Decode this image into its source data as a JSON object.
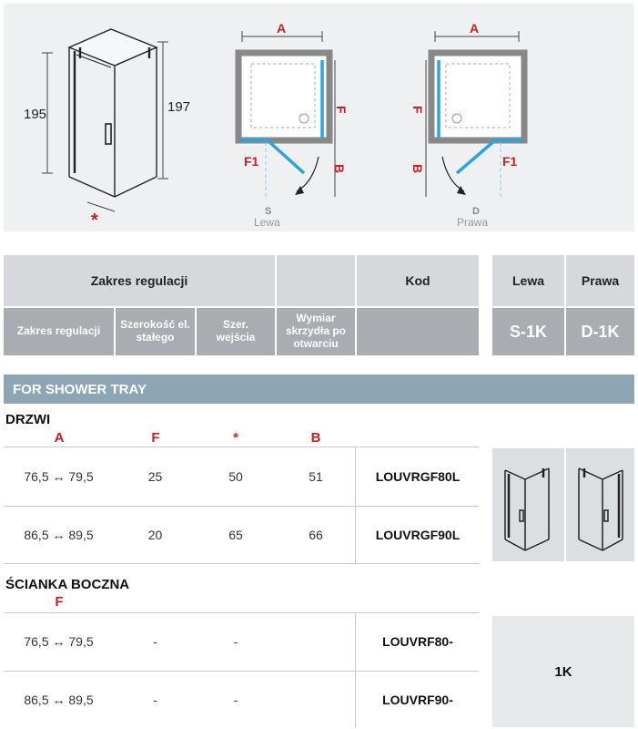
{
  "diagram": {
    "height_left": "195",
    "height_right": "197",
    "asterisk": "*",
    "left_plan": {
      "label_a": "A",
      "label_f": "F",
      "label_f1": "F1",
      "label_b": "B",
      "code": "S",
      "name": "Lewa"
    },
    "right_plan": {
      "label_a": "A",
      "label_f": "F",
      "label_f1": "F1",
      "label_b": "B",
      "code": "D",
      "name": "Prawa"
    }
  },
  "header": {
    "zakres_top": "Zakres regulacji",
    "kod": "Kod",
    "lewa": "Lewa",
    "prawa": "Prawa",
    "zakres_sub": "Zakres regulacji",
    "szerokosc": "Szerokość el. stałego",
    "szer_wejscia": "Szer. wejścia",
    "wymiar": "Wymiar skrzydła po otwarciu",
    "s1k": "S-1K",
    "d1k": "D-1K"
  },
  "section": {
    "title": "FOR SHOWER TRAY"
  },
  "drzwi": {
    "title": "DRZWI",
    "letters": {
      "a": "A",
      "f": "F",
      "star": "*",
      "b": "B"
    },
    "rows": [
      {
        "range": "76,5 ↔ 79,5",
        "f": "25",
        "star": "50",
        "b": "51",
        "code": "LOUVRGF80L"
      },
      {
        "range": "86,5 ↔ 89,5",
        "f": "20",
        "star": "65",
        "b": "66",
        "code": "LOUVRGF90L"
      }
    ]
  },
  "scianka": {
    "title": "ŚCIANKA BOCZNA",
    "letters": {
      "f": "F"
    },
    "rows": [
      {
        "range": "76,5 ↔ 79,5",
        "f": "-",
        "star": "-",
        "code": "LOUVRF80-"
      },
      {
        "range": "86,5 ↔ 89,5",
        "f": "-",
        "star": "-",
        "code": "LOUVRF90-"
      }
    ],
    "variant": "1K"
  },
  "colors": {
    "accent_red": "#cc1f1f",
    "glass_blue": "#2aa6dc",
    "section_bar": "#8ea6b4"
  }
}
